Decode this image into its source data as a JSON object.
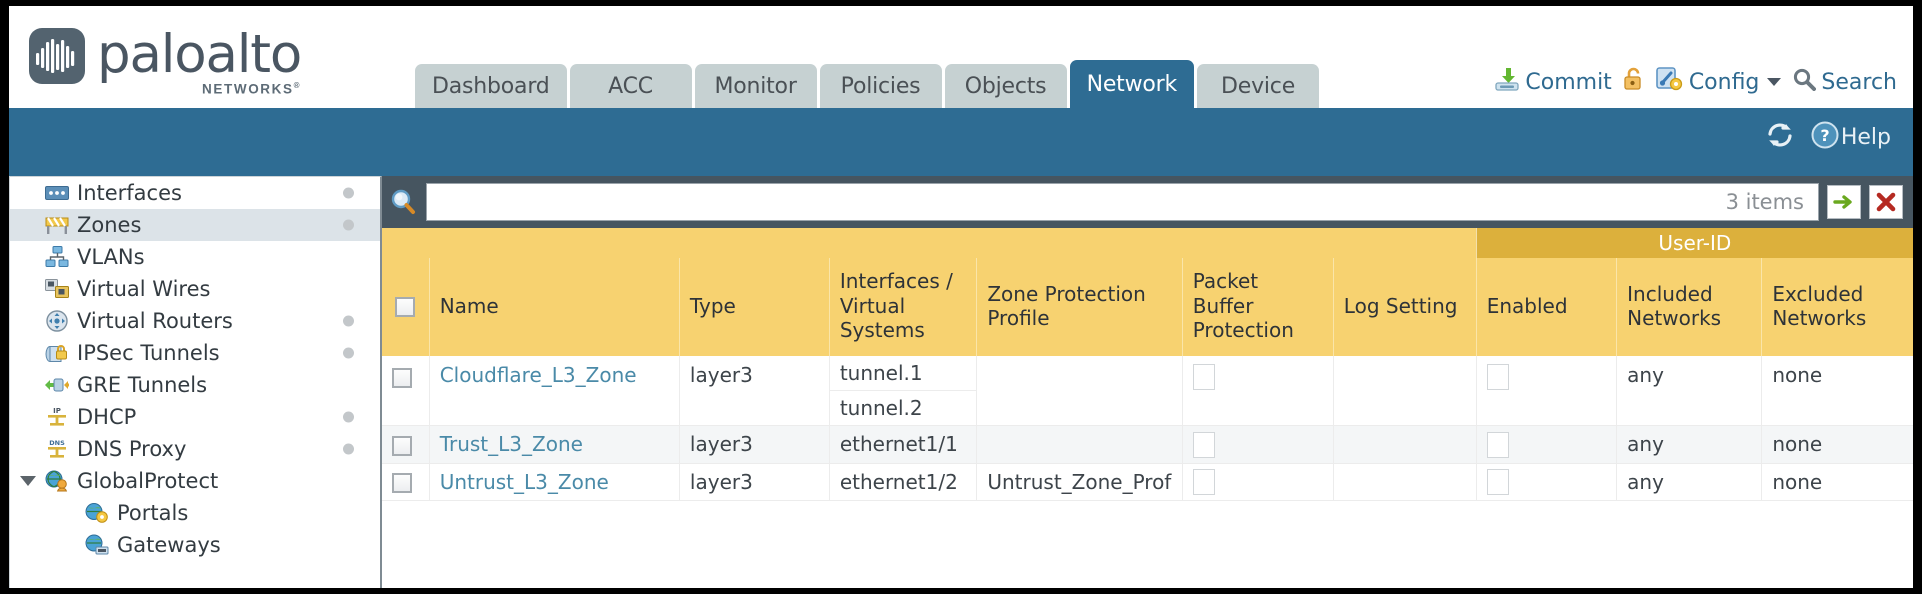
{
  "brand": {
    "name": "paloalto",
    "tagline": "NETWORKS",
    "registered": "®"
  },
  "nav": {
    "tabs": [
      {
        "label": "Dashboard",
        "active": false
      },
      {
        "label": "ACC",
        "active": false
      },
      {
        "label": "Monitor",
        "active": false
      },
      {
        "label": "Policies",
        "active": false
      },
      {
        "label": "Objects",
        "active": false
      },
      {
        "label": "Network",
        "active": true
      },
      {
        "label": "Device",
        "active": false
      }
    ]
  },
  "header_tools": {
    "commit": "Commit",
    "config": "Config",
    "search": "Search"
  },
  "blue_bar": {
    "help": "Help"
  },
  "sidebar": {
    "items": [
      {
        "label": "Interfaces",
        "icon": "interfaces-icon",
        "selected": false,
        "dot": true,
        "child": false,
        "expander": false
      },
      {
        "label": "Zones",
        "icon": "zones-icon",
        "selected": true,
        "dot": true,
        "child": false,
        "expander": false
      },
      {
        "label": "VLANs",
        "icon": "vlans-icon",
        "selected": false,
        "dot": false,
        "child": false,
        "expander": false
      },
      {
        "label": "Virtual Wires",
        "icon": "virtual-wires-icon",
        "selected": false,
        "dot": false,
        "child": false,
        "expander": false
      },
      {
        "label": "Virtual Routers",
        "icon": "virtual-routers-icon",
        "selected": false,
        "dot": true,
        "child": false,
        "expander": false
      },
      {
        "label": "IPSec Tunnels",
        "icon": "ipsec-tunnels-icon",
        "selected": false,
        "dot": true,
        "child": false,
        "expander": false
      },
      {
        "label": "GRE Tunnels",
        "icon": "gre-tunnels-icon",
        "selected": false,
        "dot": false,
        "child": false,
        "expander": false
      },
      {
        "label": "DHCP",
        "icon": "dhcp-icon",
        "selected": false,
        "dot": true,
        "child": false,
        "expander": false
      },
      {
        "label": "DNS Proxy",
        "icon": "dns-proxy-icon",
        "selected": false,
        "dot": true,
        "child": false,
        "expander": false
      },
      {
        "label": "GlobalProtect",
        "icon": "globalprotect-icon",
        "selected": false,
        "dot": false,
        "child": false,
        "expander": true
      },
      {
        "label": "Portals",
        "icon": "portals-icon",
        "selected": false,
        "dot": false,
        "child": true,
        "expander": false
      },
      {
        "label": "Gateways",
        "icon": "gateways-icon",
        "selected": false,
        "dot": false,
        "child": true,
        "expander": false
      }
    ]
  },
  "search": {
    "value": "",
    "placeholder": "",
    "items_count": "3 items",
    "apply_icon": "green-arrow-icon",
    "clear_icon": "red-x-icon"
  },
  "table": {
    "group_header": {
      "userid": "User-ID"
    },
    "columns": [
      "Name",
      "Type",
      "Interfaces / Virtual Systems",
      "Zone Protection Profile",
      "Packet Buffer Protection",
      "Log Setting",
      "Enabled",
      "Included Networks",
      "Excluded Networks"
    ],
    "rows": [
      {
        "selected": false,
        "name": "Cloudflare_L3_Zone",
        "type": "layer3",
        "interfaces": [
          "tunnel.1",
          "tunnel.2"
        ],
        "zone_protection_profile": "",
        "packet_buffer_protection": false,
        "log_setting": "",
        "userid_enabled": false,
        "included_networks": "any",
        "excluded_networks": "none"
      },
      {
        "selected": false,
        "name": "Trust_L3_Zone",
        "type": "layer3",
        "interfaces": [
          "ethernet1/1"
        ],
        "zone_protection_profile": "",
        "packet_buffer_protection": false,
        "log_setting": "",
        "userid_enabled": false,
        "included_networks": "any",
        "excluded_networks": "none"
      },
      {
        "selected": false,
        "name": "Untrust_L3_Zone",
        "type": "layer3",
        "interfaces": [
          "ethernet1/2"
        ],
        "zone_protection_profile": "Untrust_Zone_Prof",
        "packet_buffer_protection": false,
        "log_setting": "",
        "userid_enabled": false,
        "included_networks": "any",
        "excluded_networks": "none"
      }
    ]
  },
  "colors": {
    "brand_blue": "#2e6c93",
    "table_header_gold": "#f7d270",
    "userid_group_gold": "#dcb03c",
    "search_bar_slate": "#465560",
    "link_blue": "#4a8aa8",
    "tab_inactive": "#c6d1d2"
  }
}
